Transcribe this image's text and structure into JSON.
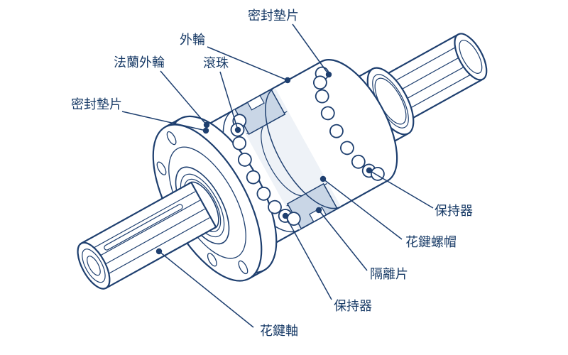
{
  "diagram": {
    "type": "technical-illustration",
    "subject": "ball-spline-assembly-cutaway",
    "colors": {
      "line": "#1e3f6f",
      "highlight": "#c9d6e6",
      "label_text": "#173a66",
      "background": "#ffffff"
    },
    "labels": [
      {
        "id": "seal-gasket-top",
        "text": "密封墊片"
      },
      {
        "id": "outer-ring",
        "text": "外輪"
      },
      {
        "id": "flanged-outer-ring",
        "text": "法蘭外輪"
      },
      {
        "id": "ball",
        "text": "滾珠"
      },
      {
        "id": "seal-gasket-left",
        "text": "密封墊片"
      },
      {
        "id": "retainer-right",
        "text": "保持器"
      },
      {
        "id": "spline-nut",
        "text": "花鍵螺帽"
      },
      {
        "id": "spacer",
        "text": "隔離片"
      },
      {
        "id": "retainer-bottom",
        "text": "保持器"
      },
      {
        "id": "spline-shaft",
        "text": "花鍵軸"
      }
    ]
  }
}
